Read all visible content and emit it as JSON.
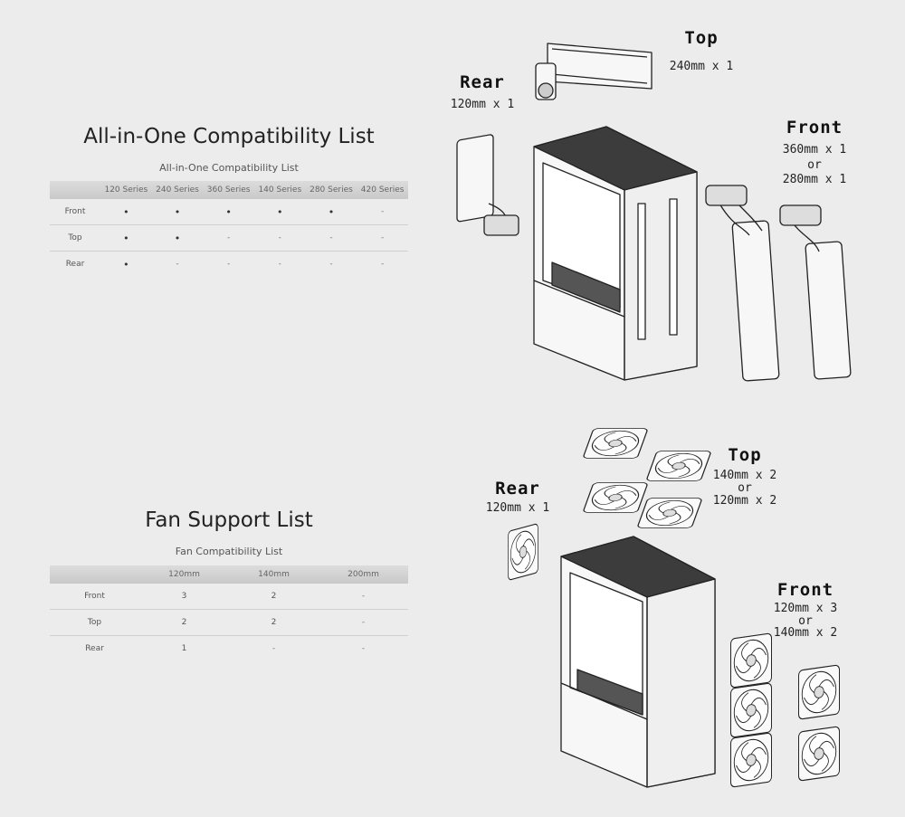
{
  "aio": {
    "title": "All-in-One Compatibility List",
    "caption": "All-in-One Compatibility List",
    "columns": [
      "",
      "120 Series",
      "240 Series",
      "360 Series",
      "140 Series",
      "280 Series",
      "420 Series"
    ],
    "rows": [
      {
        "label": "Front",
        "cells": [
          "•",
          "•",
          "•",
          "•",
          "•",
          "-"
        ]
      },
      {
        "label": "Top",
        "cells": [
          "•",
          "•",
          "-",
          "-",
          "-",
          "-"
        ]
      },
      {
        "label": "Rear",
        "cells": [
          "•",
          "-",
          "-",
          "-",
          "-",
          "-"
        ]
      }
    ],
    "labels": {
      "top_heading": "Top",
      "top_line1": "240mm x 1",
      "rear_heading": "Rear",
      "rear_line1": "120mm x 1",
      "front_heading": "Front",
      "front_line1": "360mm x 1",
      "front_line2": "or",
      "front_line3": "280mm x 1"
    }
  },
  "fan": {
    "title": "Fan Support List",
    "caption": "Fan Compatibility List",
    "columns": [
      "",
      "120mm",
      "140mm",
      "200mm"
    ],
    "rows": [
      {
        "label": "Front",
        "cells": [
          "3",
          "2",
          "-"
        ]
      },
      {
        "label": "Top",
        "cells": [
          "2",
          "2",
          "-"
        ]
      },
      {
        "label": "Rear",
        "cells": [
          "1",
          "-",
          "-"
        ]
      }
    ],
    "labels": {
      "top_heading": "Top",
      "top_line1": "140mm x 2",
      "top_line2": "or",
      "top_line3": "120mm x 2",
      "rear_heading": "Rear",
      "rear_line1": "120mm x 1",
      "front_heading": "Front",
      "front_line1": "120mm x 3",
      "front_line2": "or",
      "front_line3": "140mm x 2"
    }
  }
}
